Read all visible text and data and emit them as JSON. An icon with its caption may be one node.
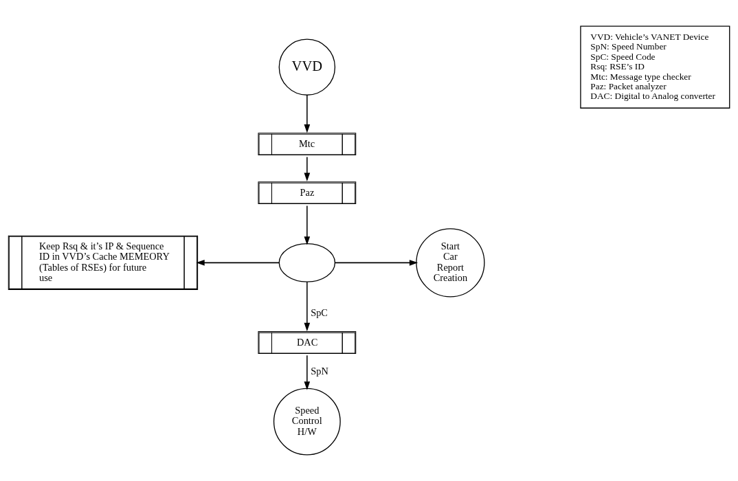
{
  "diagram": {
    "nodes": [
      {
        "text": [
          "VVD"
        ]
      },
      {
        "text": [
          "Mtc"
        ]
      },
      {
        "text": [
          "Paz"
        ]
      },
      {
        "text": [],
        "shape": "ellipse"
      },
      {
        "text": [
          "Keep Rsq & it’s IP & Sequence ID in VVD’s Cache MEMEORY (Tables of RSEs) for future use"
        ]
      },
      {
        "text": [
          "Start Car Report Creation"
        ]
      },
      {
        "text": [
          "DAC"
        ]
      },
      {
        "text": [
          "Speed Control H/W"
        ]
      },
      {
        "text": [
          "VVD: Vehicle’s VANET Device",
          "SpN: Speed Number",
          "SpC: Speed Code",
          "Rsq: RSE’s ID",
          "Mtc: Message type checker",
          "Paz: Packet analyzer",
          "DAC: Digital to Analog converter"
        ]
      }
    ],
    "edges": [
      {
        "from": 0,
        "to": 1,
        "arrow": "to"
      },
      {
        "from": 1,
        "to": 2,
        "arrow": "to"
      },
      {
        "from": 2,
        "to": 3,
        "arrow": "to"
      },
      {
        "from": 3,
        "to": 4,
        "arrow": "to"
      },
      {
        "from": 3,
        "to": 5,
        "arrow": "to"
      },
      {
        "from": 3,
        "to": 6,
        "arrow": "to",
        "label": "SpC"
      },
      {
        "from": 6,
        "to": 7,
        "arrow": "to",
        "label": "SpN"
      }
    ]
  }
}
